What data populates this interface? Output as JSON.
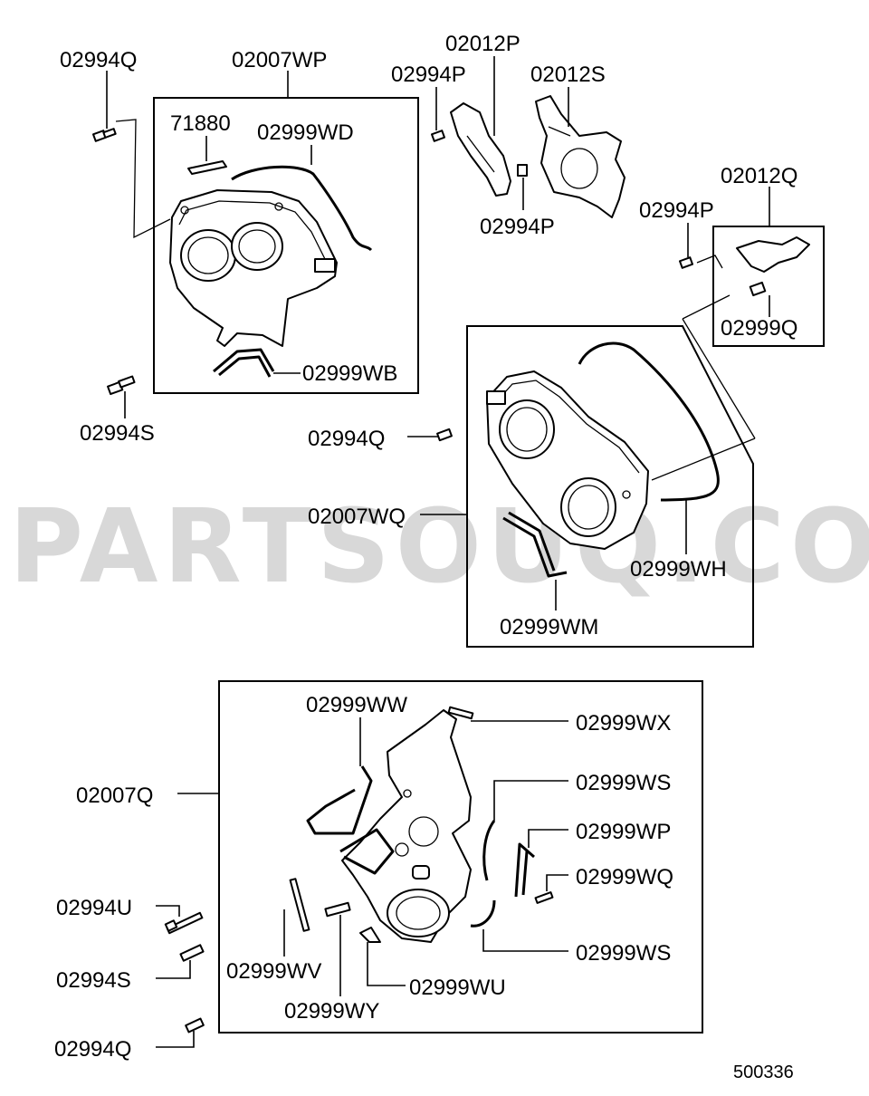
{
  "watermark": "PARTSOUQ.COM",
  "diagram_code": "500336",
  "labels": {
    "b02994Q_top": "02994Q",
    "b02007WP": "02007WP",
    "b71880": "71880",
    "b02999WD": "02999WD",
    "b02999WB": "02999WB",
    "b02994S_top": "02994S",
    "b02012P": "02012P",
    "b02994P_a": "02994P",
    "b02012S": "02012S",
    "b02994P_b": "02994P",
    "b02012Q": "02012Q",
    "b02994P_c": "02994P",
    "b02999Q": "02999Q",
    "b02994Q_mid": "02994Q",
    "b02007WQ": "02007WQ",
    "b02999WH": "02999WH",
    "b02999WM": "02999WM",
    "b02999WW": "02999WW",
    "b02999WX": "02999WX",
    "b02007Q": "02007Q",
    "b02999WS_a": "02999WS",
    "b02999WP": "02999WP",
    "b02999WQ": "02999WQ",
    "b02994U": "02994U",
    "b02999WS_b": "02999WS",
    "b02994S_bot": "02994S",
    "b02999WV": "02999WV",
    "b02999WU": "02999WU",
    "b02999WY": "02999WY",
    "b02994Q_bot": "02994Q"
  }
}
